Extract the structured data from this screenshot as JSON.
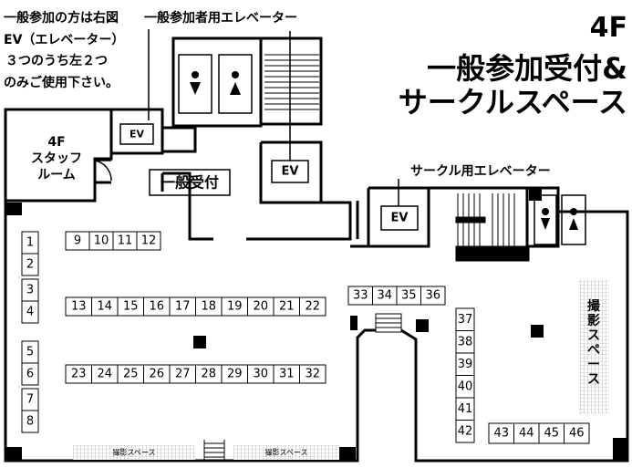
{
  "floor_label": "4F",
  "title_line1": "一般参加受付&",
  "title_line2": "サークルスペース",
  "note": [
    "一般参加の方は右図",
    "EV（エレベーター）",
    "３つのうち左２つ",
    "のみご使用下さい。"
  ],
  "general_elevator_label": "一般参加者用エレベーター",
  "circle_elevator_label": "サークル用エレベーター",
  "ev_label": "EV",
  "staff_room": [
    "4F",
    "スタッフ",
    "ルーム"
  ],
  "reception": "一般受付",
  "photo_space": "撮影スペース",
  "booths": {
    "row_top": [
      "9",
      "10",
      "11",
      "12"
    ],
    "row_13_22": [
      "13",
      "14",
      "15",
      "16",
      "17",
      "18",
      "19",
      "20",
      "21",
      "22"
    ],
    "row_23_32": [
      "23",
      "24",
      "25",
      "26",
      "27",
      "28",
      "29",
      "30",
      "31",
      "32"
    ],
    "left_col_a": [
      "1",
      "2"
    ],
    "left_col_b": [
      "3",
      "4"
    ],
    "left_col_c": [
      "5",
      "6"
    ],
    "left_col_d": [
      "7",
      "8"
    ],
    "row_33_36": [
      "33",
      "34",
      "35",
      "36"
    ],
    "right_col": [
      "37",
      "38",
      "39",
      "40",
      "41",
      "42"
    ],
    "row_43_46": [
      "43",
      "44",
      "45",
      "46"
    ]
  }
}
